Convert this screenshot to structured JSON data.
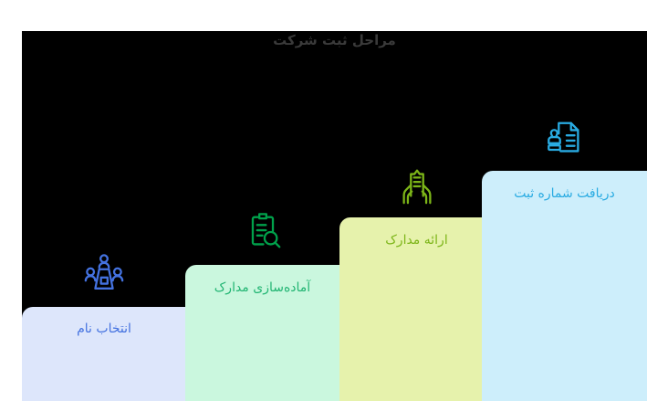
{
  "chart_data": {
    "type": "bar",
    "title": "مراحل ثبت شرکت",
    "xlabel": "",
    "ylabel": "",
    "grid": false,
    "legend": "none",
    "direction": "rtl",
    "background": "#000000",
    "page_background": "#ffffff",
    "title_color": "#3a3a3a",
    "categories": [
      "انتخاب نام",
      "آماده‌سازی مدارک",
      "ارائه مدارک",
      "دریافت شماره ثبت"
    ],
    "values": [
      1,
      2,
      3,
      4
    ],
    "ylim": [
      0,
      4.6
    ],
    "steps": [
      {
        "index": 1,
        "label": "انتخاب نام",
        "icon": "meeting-table-icon",
        "bar_color": "#dde6fb",
        "text_color": "#4472e0",
        "icon_color": "#4472e0",
        "value": 1
      },
      {
        "index": 2,
        "label": "آماده‌سازی مدارک",
        "icon": "clipboard-search-icon",
        "bar_color": "#caf7de",
        "text_color": "#22b573",
        "icon_color": "#00a14b",
        "value": 2
      },
      {
        "index": 3,
        "label": "ارائه مدارک",
        "icon": "hands-holding-document-icon",
        "bar_color": "#e6f2ac",
        "text_color": "#7cb518",
        "icon_color": "#7cb518",
        "value": 3
      },
      {
        "index": 4,
        "label": "دریافت شماره ثبت",
        "icon": "stamp-document-icon",
        "bar_color": "#cdeefb",
        "text_color": "#29abe2",
        "icon_color": "#29abe2",
        "value": 4
      }
    ]
  }
}
